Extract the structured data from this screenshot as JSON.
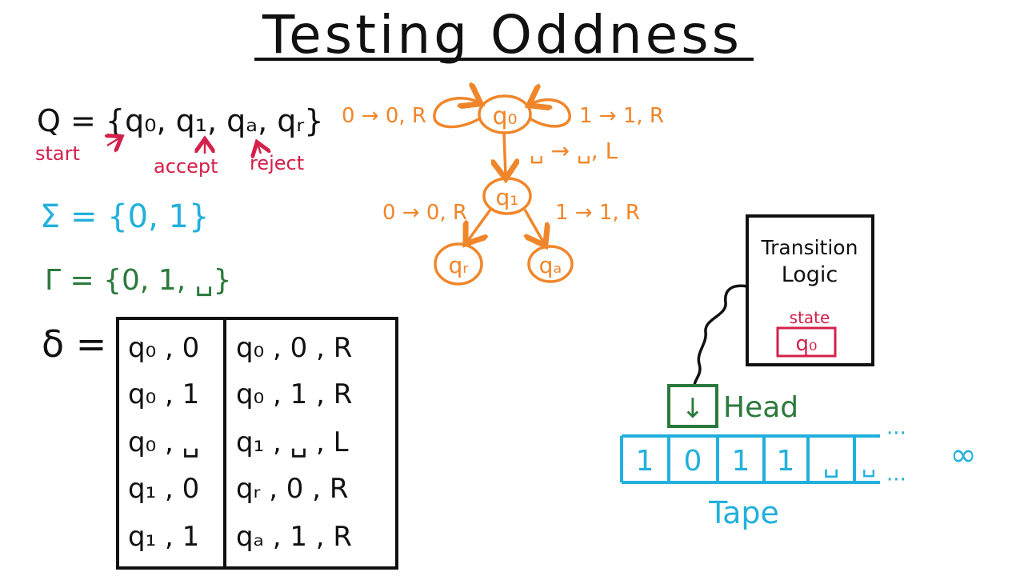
{
  "title": "Testing Oddness",
  "definitions": {
    "states": "Q = {q₀, q₁, qₐ, qᵣ}",
    "start_label": "start",
    "accept_label": "accept",
    "reject_label": "reject",
    "input_alphabet": "Σ = {0, 1}",
    "tape_alphabet": "Γ = {0, 1, ␣}",
    "delta_label": "δ ="
  },
  "transition_table": {
    "rows": [
      {
        "input": "q₀ , 0",
        "output": "q₀ , 0 , R"
      },
      {
        "input": "q₀ , 1",
        "output": "q₀ , 1 , R"
      },
      {
        "input": "q₀ , ␣",
        "output": "q₁ , ␣ , L"
      },
      {
        "input": "q₁ , 0",
        "output": "qᵣ , 0 , R"
      },
      {
        "input": "q₁ , 1",
        "output": "qₐ , 1 , R"
      }
    ]
  },
  "state_diagram": {
    "nodes": {
      "q0": "q₀",
      "q1": "q₁",
      "qr": "qᵣ",
      "qa": "qₐ"
    },
    "edges": {
      "q0_loop_0": "0 → 0, R",
      "q0_loop_1": "1 → 1, R",
      "q0_to_q1": "␣ → ␣, L",
      "q1_to_qr": "0 → 0, R",
      "q1_to_qa": "1 → 1, R"
    }
  },
  "machine": {
    "logic_line1": "Transition",
    "logic_line2": "Logic",
    "state_label": "state",
    "state_value": "q₀",
    "head_label": "Head",
    "head_arrow": "↓",
    "tape_label": "Tape",
    "tape_cells": [
      "1",
      "0",
      "1",
      "1",
      "␣",
      "␣"
    ],
    "ellipsis": "···",
    "infinity": "∞"
  },
  "colors": {
    "orange": "#f0862a",
    "red": "#d4204a",
    "cyan": "#22b0dc",
    "green": "#2b7a3c"
  }
}
